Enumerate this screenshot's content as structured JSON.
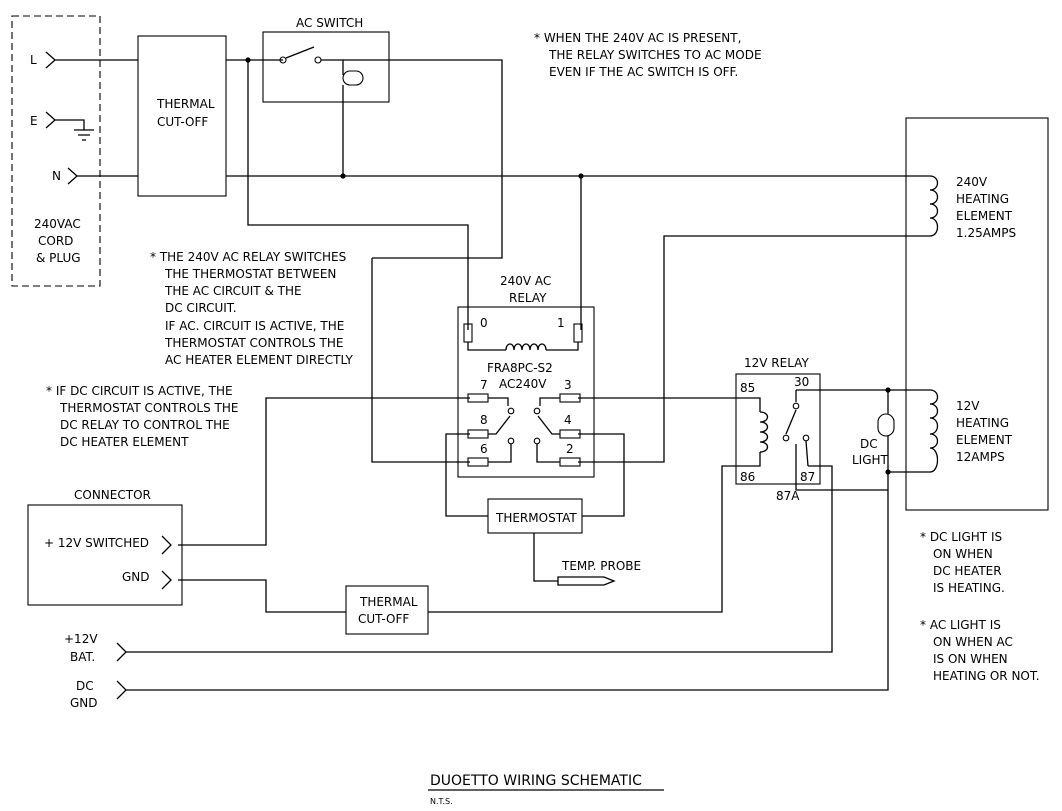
{
  "title": "DUOETTO WIRING SCHEMATIC",
  "subtitle": "N.T.S.",
  "plug": {
    "l": "L",
    "e": "E",
    "n": "N",
    "label": [
      "240VAC",
      "CORD",
      "& PLUG"
    ]
  },
  "thermal_cutoff_top": [
    "THERMAL",
    "CUT-OFF"
  ],
  "ac_switch": "AC SWITCH",
  "note_ac_present": [
    "* WHEN THE 240V AC IS PRESENT,",
    "THE RELAY SWITCHES TO AC MODE",
    "EVEN IF THE AC SWITCH IS OFF."
  ],
  "note_relay": [
    "* THE 240V AC RELAY SWITCHES",
    "THE THERMOSTAT BETWEEN",
    "THE AC CIRCUIT & THE",
    "DC CIRCUIT.",
    "IF AC. CIRCUIT IS ACTIVE, THE",
    "THERMOSTAT CONTROLS THE",
    "AC HEATER ELEMENT DIRECTLY"
  ],
  "note_dc": [
    "* IF DC CIRCUIT IS ACTIVE, THE",
    "THERMOSTAT CONTROLS THE",
    "DC RELAY TO CONTROL THE",
    "DC HEATER ELEMENT"
  ],
  "ac_relay": {
    "title": [
      "240V AC",
      "RELAY"
    ],
    "model": [
      "FRA8PC-S2",
      "AC240V"
    ],
    "pins": {
      "p0": "0",
      "p1": "1",
      "p7": "7",
      "p3": "3",
      "p8": "8",
      "p4": "4",
      "p6": "6",
      "p2": "2"
    }
  },
  "heater_240": [
    "240V",
    "HEATING",
    "ELEMENT",
    "1.25AMPS"
  ],
  "heater_12": [
    "12V",
    "HEATING",
    "ELEMENT",
    "12AMPS"
  ],
  "relay_12v": {
    "title": "12V RELAY",
    "pins": {
      "p85": "85",
      "p30": "30",
      "p86": "86",
      "p87": "87",
      "p87a": "87A"
    }
  },
  "dc_light": [
    "DC",
    "LIGHT"
  ],
  "note_dc_light": [
    "* DC LIGHT IS",
    "ON WHEN",
    "DC HEATER",
    "IS HEATING."
  ],
  "note_ac_light": [
    "* AC LIGHT IS",
    "ON WHEN AC",
    "IS ON WHEN",
    "HEATING OR NOT."
  ],
  "connector": {
    "title": "CONNECTOR",
    "switched": "+ 12V SWITCHED",
    "gnd": "GND"
  },
  "thermostat": "THERMOSTAT",
  "temp_probe": "TEMP. PROBE",
  "thermal_cutoff_bottom": [
    "THERMAL",
    "CUT-OFF"
  ],
  "bat": [
    "+12V",
    "BAT."
  ],
  "dc_gnd": [
    "DC",
    "GND"
  ]
}
